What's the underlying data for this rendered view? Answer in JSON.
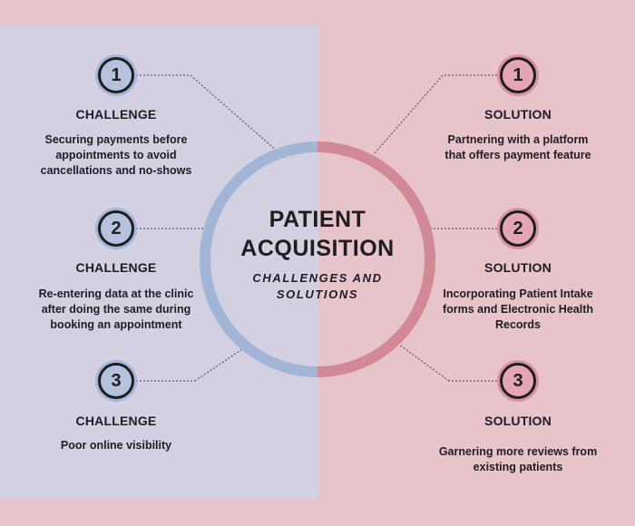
{
  "center": {
    "title_line1": "PATIENT",
    "title_line2": "ACQUISITION",
    "subtitle_line1": "CHALLENGES AND",
    "subtitle_line2": "SOLUTIONS"
  },
  "challenges": [
    {
      "number": "1",
      "heading": "CHALLENGE",
      "text": [
        "Securing payments before",
        "appointments to avoid",
        "cancellations and no-shows"
      ]
    },
    {
      "number": "2",
      "heading": "CHALLENGE",
      "text": [
        "Re-entering data at the clinic",
        "after doing the same during",
        "booking an appointment"
      ]
    },
    {
      "number": "3",
      "heading": "CHALLENGE",
      "text": [
        "Poor online visibility"
      ]
    }
  ],
  "solutions": [
    {
      "number": "1",
      "heading": "SOLUTION",
      "text": [
        "Partnering with a platform",
        "that offers payment feature"
      ]
    },
    {
      "number": "2",
      "heading": "SOLUTION",
      "text": [
        "Incorporating Patient Intake",
        "forms and Electronic Health",
        "Records"
      ]
    },
    {
      "number": "3",
      "heading": "SOLUTION",
      "text": [
        "Garnering more reviews from",
        "existing patients"
      ]
    }
  ],
  "colors": {
    "left_panel": "#d3d0e1",
    "right_background": "#e7c3ca",
    "ring_blue": "#a3b5d6",
    "ring_pink": "#d18996",
    "text": "#1e1e22"
  }
}
